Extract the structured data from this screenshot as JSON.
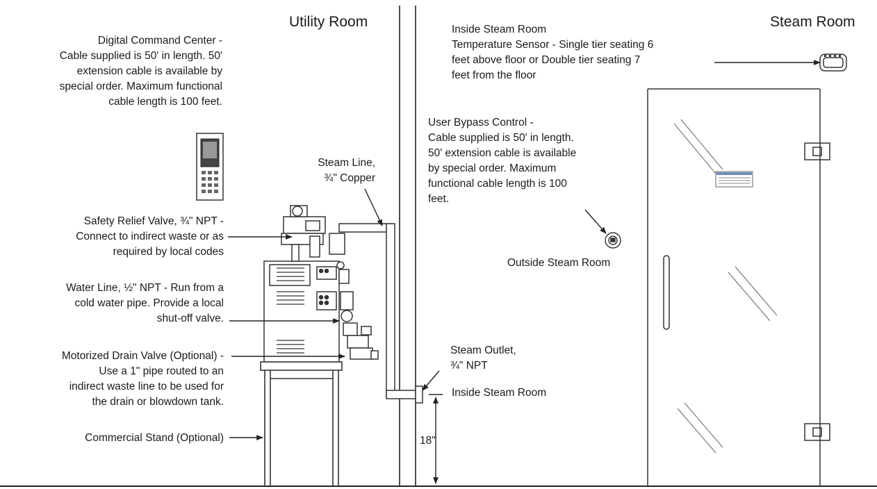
{
  "rooms": {
    "utility": "Utility Room",
    "steam": "Steam Room"
  },
  "labels": {
    "digital_command_center": "Digital Command Center -\nCable supplied is 50' in length. 50'\nextension cable is available by\nspecial order. Maximum functional\ncable length is 100 feet.",
    "safety_relief_valve": "Safety Relief Valve, ¾\" NPT -\nConnect to indirect waste or as\nrequired by local codes",
    "water_line": "Water Line, ½\" NPT - Run from a\ncold water pipe. Provide a local\nshut-off valve.",
    "motorized_drain_valve": "Motorized Drain Valve (Optional) -\nUse a 1\" pipe routed to an\nindirect waste line to be used for\nthe drain or blowdown tank.",
    "commercial_stand": "Commercial Stand (Optional)",
    "steam_line": "Steam Line,\n¾\" Copper",
    "temperature_sensor": "Inside Steam Room\nTemperature Sensor - Single tier seating 6\nfeet above floor or Double tier seating 7\nfeet from the floor",
    "user_bypass_control": "User Bypass Control -\nCable supplied is 50' in length.\n50' extension cable is available\nby special order. Maximum\nfunctional cable length is 100\nfeet.",
    "outside_steam_room": "Outside Steam Room",
    "steam_outlet": "Steam Outlet,\n¾\" NPT",
    "inside_steam_room": "Inside Steam Room",
    "height_dimension": "18\""
  }
}
